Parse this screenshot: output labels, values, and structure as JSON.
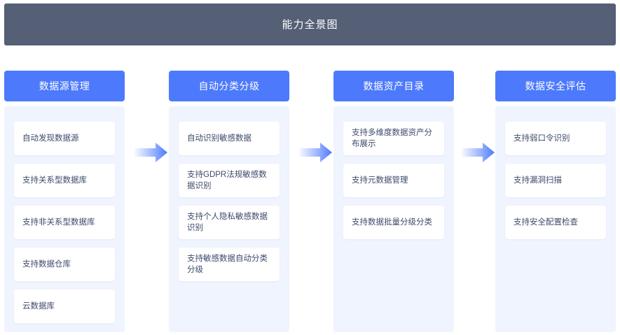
{
  "banner": {
    "title": "能力全景图",
    "background_color": "#555f75",
    "text_color": "#ffffff"
  },
  "theme": {
    "header_blue": "#4d7afc",
    "panel_background": "#f0f4fe",
    "card_background": "#ffffff",
    "card_text_color": "#3d4a6b",
    "arrow_color": "#4d7afc"
  },
  "arrows": [
    {
      "name": "arrow-1",
      "icon": "arrow-right-icon"
    },
    {
      "name": "arrow-2",
      "icon": "arrow-right-icon"
    },
    {
      "name": "arrow-3",
      "icon": "arrow-right-icon"
    }
  ],
  "columns": [
    {
      "header": "数据源管理",
      "items": [
        "自动发现数据源",
        "支持关系型数据库",
        "支持非关系型数据库",
        "支持数据仓库",
        "云数据库"
      ]
    },
    {
      "header": "自动分类分级",
      "items": [
        "自动识别敏感数据",
        "支持GDPR法规敏感数据识别",
        "支持个人隐私敏感数据识别",
        "支持敏感数据自动分类分级"
      ]
    },
    {
      "header": "数据资产目录",
      "items": [
        "支持多维度数据资产分布展示",
        "支持元数据管理",
        "支持数据批量分级分类"
      ]
    },
    {
      "header": "数据安全评估",
      "items": [
        "支持弱口令识别",
        "支持漏洞扫描",
        "支持安全配置检查"
      ]
    }
  ]
}
